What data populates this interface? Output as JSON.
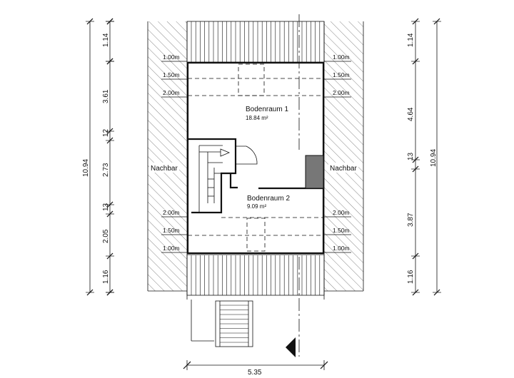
{
  "rooms": [
    {
      "name": "Bodenraum  1",
      "area": "18.84  m²"
    },
    {
      "name": "Bodenraum  2",
      "area": "9.09  m²"
    }
  ],
  "neighbors": {
    "left": "Nachbar",
    "right": "Nachbar"
  },
  "levels": {
    "top": [
      "1.00m",
      "1.50m",
      "2.00m"
    ],
    "bottom": [
      "2.00m",
      "1.50m",
      "1.00m"
    ]
  },
  "dimensions": {
    "left_segments": [
      "1.14",
      "3.61",
      "12",
      "2.73",
      "13",
      "2.05",
      "1.16"
    ],
    "left_total": "10.94",
    "right_segments": [
      "1.14",
      "4.64",
      "13",
      "3.87",
      "1.16"
    ],
    "right_total": "10.94",
    "bottom_width": "5.35"
  },
  "colors": {
    "line": "#111111",
    "fill_dark": "#777777",
    "background": "#ffffff"
  }
}
